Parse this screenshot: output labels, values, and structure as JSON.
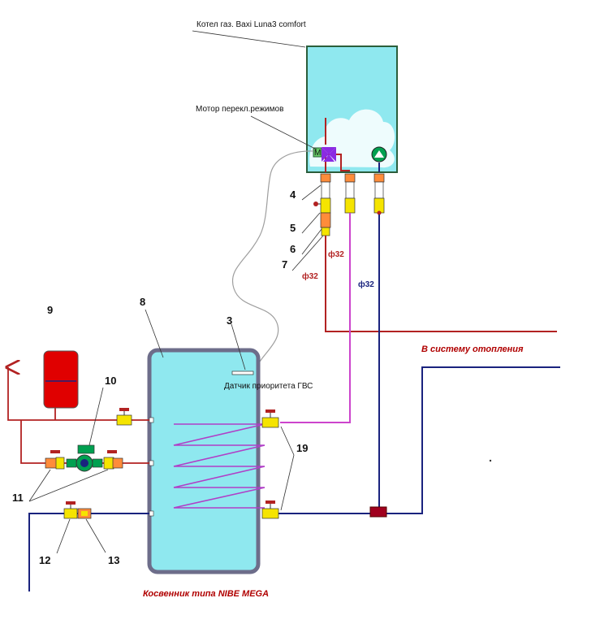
{
  "labels": {
    "boiler": "Котел газ. Baxi Luna3 comfort",
    "motor": "Мотор перекл.режимов",
    "sensor": "Датчик приоритета ГВС",
    "heating_system": "В систему отопления",
    "tank": "Косвенник типа NIBE MEGA",
    "motor_mark": "M"
  },
  "pipe_sizes": {
    "red_upper": "ф32",
    "red_lower": "ф32",
    "blue": "ф32"
  },
  "numbers": {
    "n3": "3",
    "n4": "4",
    "n5": "5",
    "n6": "6",
    "n7": "7",
    "n8": "8",
    "n9": "9",
    "n10": "10",
    "n11": "11",
    "n12": "12",
    "n13": "13",
    "n19": "19"
  },
  "colors": {
    "supply": "#b22222",
    "return": "#cc44cc",
    "cold": "#1a237e",
    "tank_fill": "#8fe8ef",
    "tank_border": "#6d6d8a",
    "valve_yellow": "#f5e400",
    "valve_orange": "#ff8c3a",
    "expansion_tank": "#e00000"
  }
}
